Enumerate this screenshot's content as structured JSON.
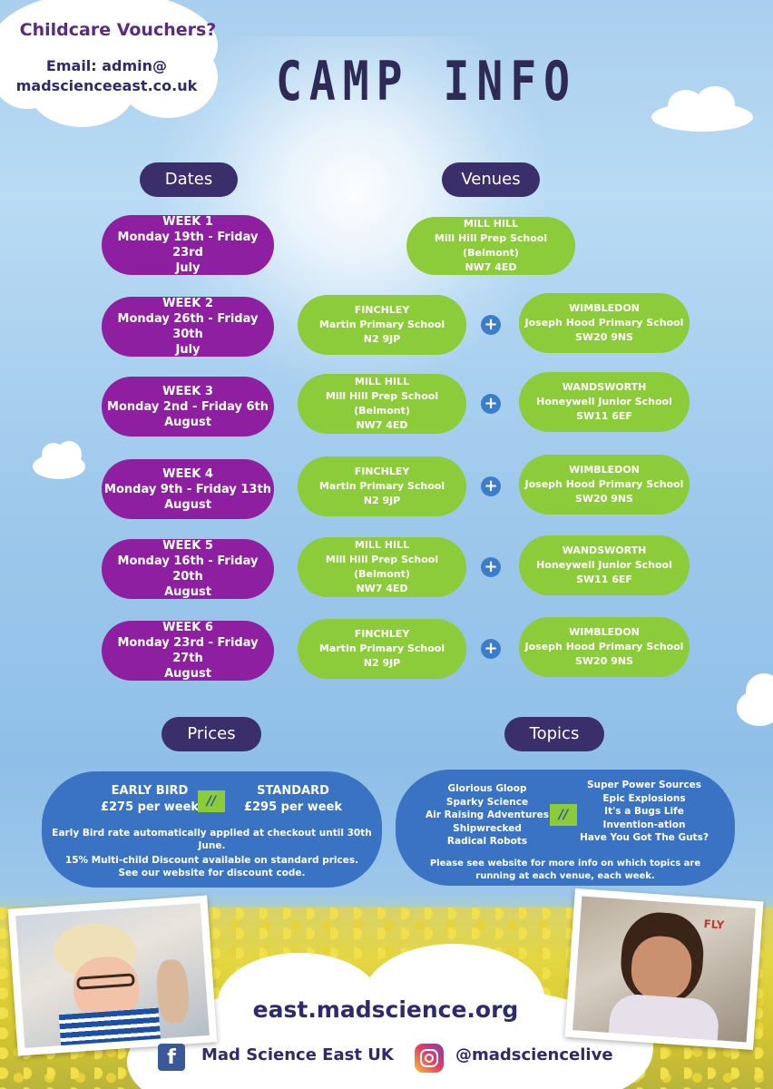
{
  "voucher": {
    "title": "Childcare Vouchers?",
    "email_line1": "Email: admin@",
    "email_line2": "madscienceeast.co.uk"
  },
  "page_title": "CAMP INFO",
  "headers": {
    "dates": "Dates",
    "venues": "Venues",
    "prices": "Prices",
    "topics": "Topics"
  },
  "weeks": [
    {
      "label": "WEEK 1",
      "dates": "Monday 19th - Friday 23rd",
      "month": "July"
    },
    {
      "label": "WEEK 2",
      "dates": "Monday 26th - Friday 30th",
      "month": "July"
    },
    {
      "label": "WEEK 3",
      "dates": "Monday 2nd - Friday 6th",
      "month": "August"
    },
    {
      "label": "WEEK 4",
      "dates": "Monday 9th - Friday 13th",
      "month": "August"
    },
    {
      "label": "WEEK 5",
      "dates": "Monday 16th - Friday 20th",
      "month": "August"
    },
    {
      "label": "WEEK 6",
      "dates": "Monday 23rd - Friday 27th",
      "month": "August"
    }
  ],
  "venue_week1": {
    "area": "MILL HILL",
    "school": "Mill Hill Prep School (Belmont)",
    "postcode": "NW7 4ED"
  },
  "venues": [
    {
      "left": {
        "area": "FINCHLEY",
        "school": "Martin Primary School",
        "postcode": "N2 9JP"
      },
      "right": {
        "area": "WIMBLEDON",
        "school": "Joseph Hood Primary School",
        "postcode": "SW20 9NS"
      }
    },
    {
      "left": {
        "area": "MILL HILL",
        "school": "Mill Hill Prep School (Belmont)",
        "postcode": "NW7 4ED"
      },
      "right": {
        "area": "WANDSWORTH",
        "school": "Honeywell Junior School",
        "postcode": "SW11 6EF"
      }
    },
    {
      "left": {
        "area": "FINCHLEY",
        "school": "Martin Primary School",
        "postcode": "N2 9JP"
      },
      "right": {
        "area": "WIMBLEDON",
        "school": "Joseph Hood Primary School",
        "postcode": "SW20 9NS"
      }
    },
    {
      "left": {
        "area": "MILL HILL",
        "school": "Mill Hill Prep School (Belmont)",
        "postcode": "NW7 4ED"
      },
      "right": {
        "area": "WANDSWORTH",
        "school": "Honeywell Junior School",
        "postcode": "SW11 6EF"
      }
    },
    {
      "left": {
        "area": "FINCHLEY",
        "school": "Martin Primary School",
        "postcode": "N2 9JP"
      },
      "right": {
        "area": "WIMBLEDON",
        "school": "Joseph Hood Primary School",
        "postcode": "SW20 9NS"
      }
    }
  ],
  "plus_symbol": "+",
  "prices": {
    "early_label": "EARLY BIRD",
    "early_price": "£275 per week",
    "divider": "//",
    "standard_label": "STANDARD",
    "standard_price": "£295 per week",
    "note1": "Early Bird rate automatically applied at checkout until 30th",
    "note1b": "June.",
    "note2": "15% Multi-child Discount available on standard prices.",
    "note3": "See our website for discount code."
  },
  "topics": {
    "left": [
      "Glorious Gloop",
      "Sparky Science",
      "Air Raising Adventures",
      "Shipwrecked",
      "Radical Robots"
    ],
    "divider": "//",
    "right": [
      "Super Power Sources",
      "Epic Explosions",
      "It's a Bugs Life",
      "Invention-ation",
      "Have You Got The Guts?"
    ],
    "note1": "Please see website for more info on which topics are",
    "note2": "running at each venue, each week."
  },
  "footer": {
    "website": "east.madscience.org",
    "facebook": "Mad Science East UK",
    "instagram": "@madsciencelive",
    "photo_right_text": "FLY"
  },
  "colors": {
    "week_purple": "#8e1fa0",
    "venue_green": "#8ccb3a",
    "header_navy": "#3a2e6b",
    "box_blue": "#3b73c4"
  }
}
